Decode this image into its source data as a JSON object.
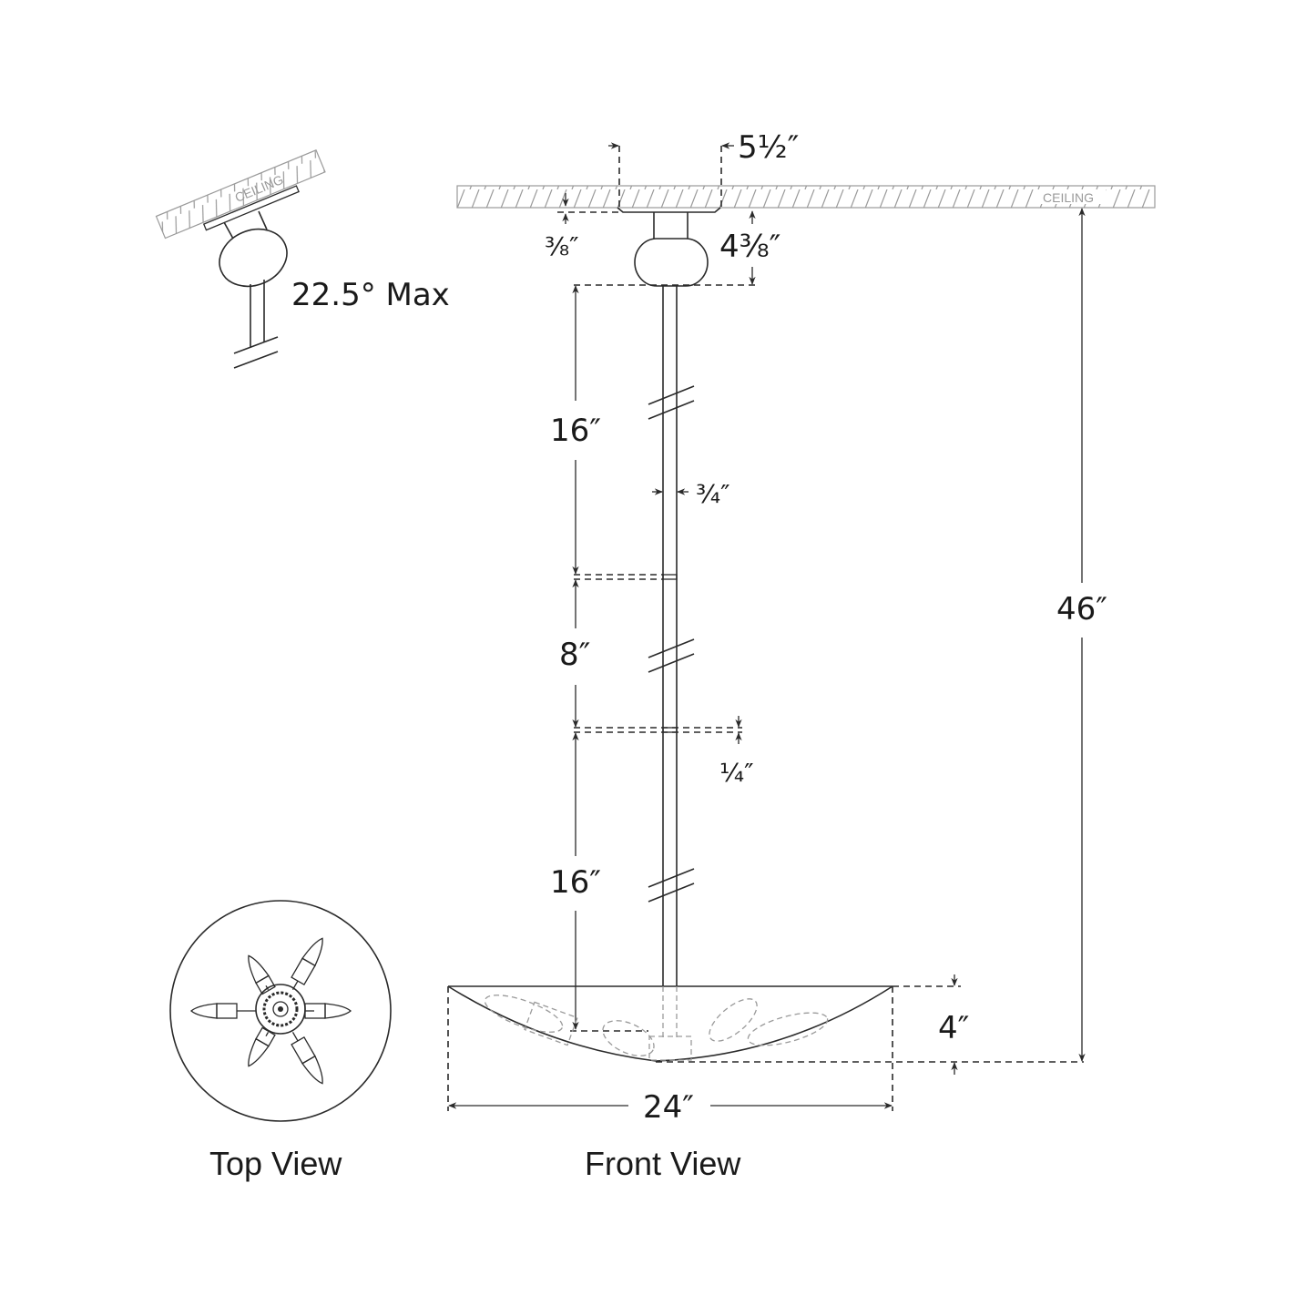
{
  "diagram": {
    "title": "Pendant light fixture dimension drawing",
    "colors": {
      "line": "#2a2a2a",
      "ceiling_hatch": "#9a9a9a",
      "background": "#ffffff"
    }
  },
  "angled_view": {
    "ceiling_label": "CEILING",
    "max_angle_label": "22.5° Max"
  },
  "front_view": {
    "ceiling_label": "CEILING",
    "canopy_width": "5½″",
    "canopy_depth": "⅜″",
    "canopy_to_ball_height": "4⅜″",
    "stem_diameter": "¾″",
    "stem_segment_1": "16″",
    "stem_segment_2": "8″",
    "stem_segment_3": "16″",
    "coupler_gap": "¼″",
    "overall_height": "46″",
    "shade_height": "4″",
    "shade_width": "24″",
    "caption": "Front View"
  },
  "top_view": {
    "arm_count": 6,
    "caption": "Top View"
  }
}
